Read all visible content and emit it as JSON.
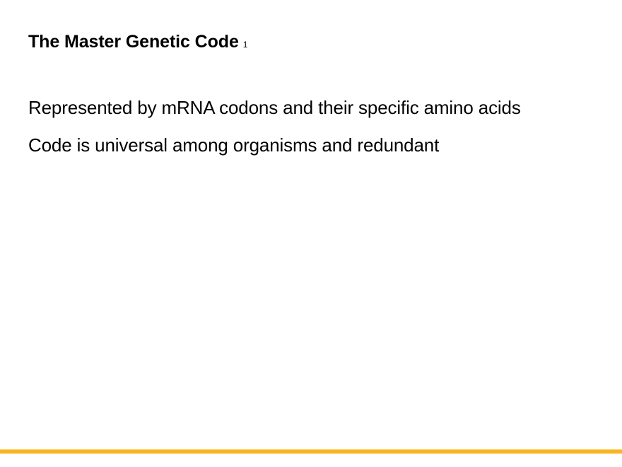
{
  "slide": {
    "background_color": "#ffffff",
    "text_color": "#000000",
    "accent_color": "#f7b521",
    "title": {
      "text": "The Master Genetic Code",
      "footnote_marker": "1"
    },
    "body": {
      "lines": [
        "Represented by mRNA codons and their specific amino acids",
        "Code is universal among organisms and redundant"
      ]
    }
  }
}
